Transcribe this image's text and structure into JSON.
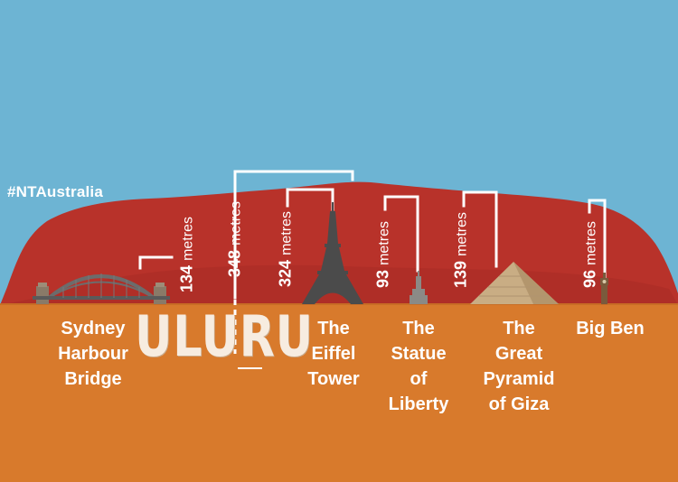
{
  "hashtag": "#NTAustralia",
  "landmarks": [
    {
      "height": "134",
      "unit": "metres",
      "name_lines": [
        "Sydney",
        "Harbour",
        "Bridge"
      ],
      "icon": "bridge-icon"
    },
    {
      "height": "348",
      "unit": "metres",
      "title": "ULURU",
      "icon": "uluru-rock"
    },
    {
      "height": "324",
      "unit": "metres",
      "name_lines": [
        "The",
        "Eiffel",
        "Tower"
      ],
      "icon": "eiffel-tower-icon"
    },
    {
      "height": "93",
      "unit": "metres",
      "name_lines": [
        "The",
        "Statue",
        "of",
        "Liberty"
      ],
      "icon": "statue-of-liberty-icon"
    },
    {
      "height": "139",
      "unit": "metres",
      "name_lines": [
        "The",
        "Great",
        "Pyramid",
        "of Giza"
      ],
      "icon": "pyramid-icon"
    },
    {
      "height": "96",
      "unit": "metres",
      "name_lines": [
        "Big Ben"
      ],
      "icon": "big-ben-icon"
    }
  ],
  "colors": {
    "sky": "#6db4d3",
    "rock": "#b8322a",
    "ground": "#d87a2c",
    "text": "#ffffff"
  }
}
